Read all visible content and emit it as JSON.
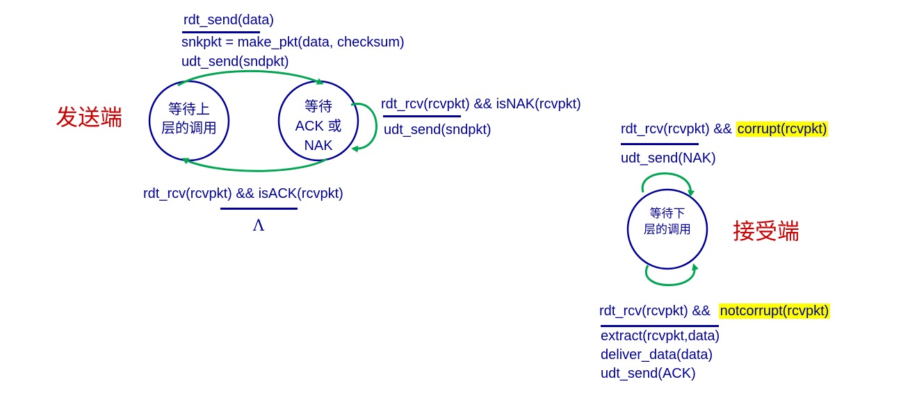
{
  "sender": {
    "side_label": "发送端",
    "state_wait_call": {
      "line1": "等待上",
      "line2": "层的调用"
    },
    "state_wait_ack": {
      "line1": "等待",
      "line2": "ACK 或",
      "line3": "NAK"
    },
    "transition_send": {
      "event": "rdt_send(data)",
      "action1": "snkpkt = make_pkt(data, checksum)",
      "action2": "udt_send(sndpkt)"
    },
    "transition_nak": {
      "event": "rdt_rcv(rcvpkt) && isNAK(rcvpkt)",
      "action": "udt_send(sndpkt)"
    },
    "transition_ack": {
      "event": "rdt_rcv(rcvpkt) && isACK(rcvpkt)",
      "action": "Λ"
    }
  },
  "receiver": {
    "side_label": "接受端",
    "state_wait_below": {
      "line1": "等待下",
      "line2": "层的调用"
    },
    "transition_corrupt": {
      "event_prefix": "rdt_rcv(rcvpkt) && ",
      "event_highlight": "corrupt(rcvpkt)",
      "action": "udt_send(NAK)"
    },
    "transition_notcorrupt": {
      "event_prefix": "rdt_rcv(rcvpkt) && ",
      "event_highlight": "notcorrupt(rcvpkt)",
      "action1": "extract(rcvpkt,data)",
      "action2": "deliver_data(data)",
      "action3": "udt_send(ACK)"
    }
  },
  "colors": {
    "state_stroke": "#000099",
    "arrow": "#00a651",
    "text": "#000099",
    "side_label": "#cc0000",
    "highlight": "#ffff00"
  }
}
